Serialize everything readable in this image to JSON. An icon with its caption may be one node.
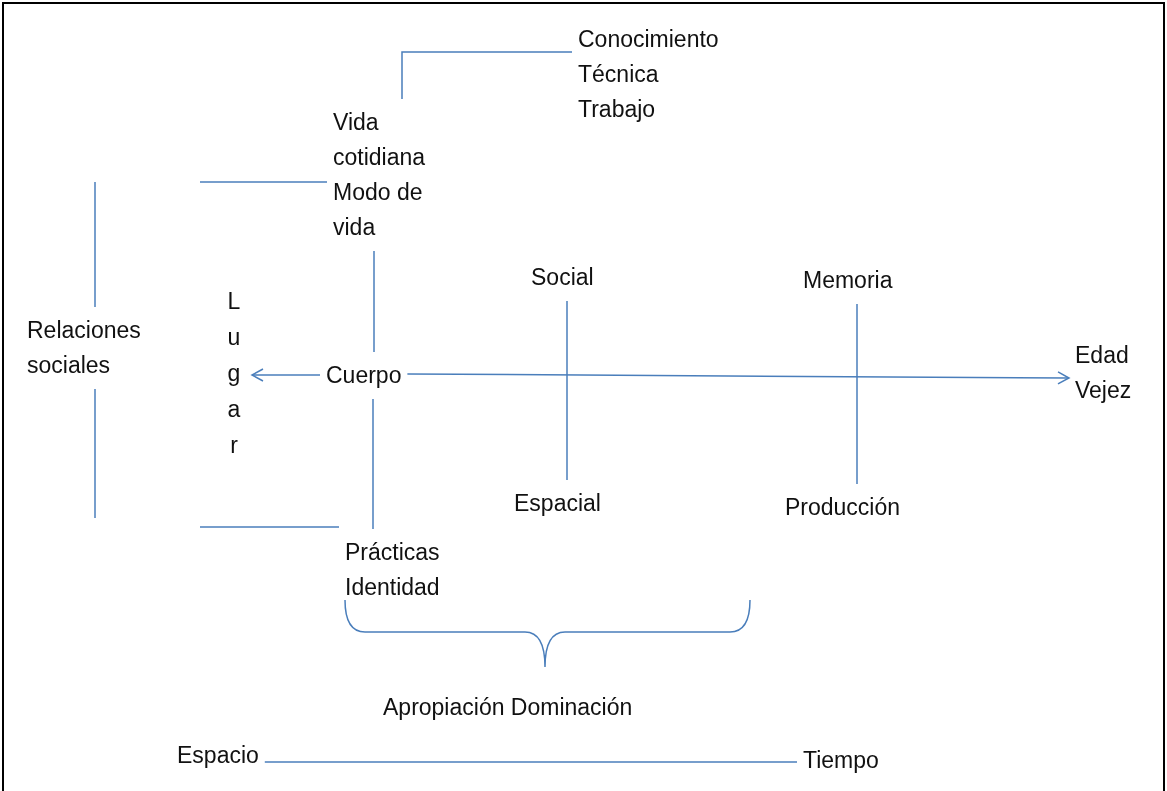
{
  "diagram": {
    "nodes": [
      {
        "text": [
          "Conocimiento",
          "Técnica",
          "Trabajo"
        ]
      },
      {
        "text": [
          "Vida cotidiana",
          "Modo de vida"
        ]
      },
      {
        "text": [
          "Relaciones sociales"
        ]
      },
      {
        "text": [
          "Lugar"
        ]
      },
      {
        "text": [
          "Cuerpo"
        ]
      },
      {
        "text": [
          "Social"
        ]
      },
      {
        "text": [
          "Memoria"
        ]
      },
      {
        "text": [
          "Edad",
          "Vejez"
        ]
      },
      {
        "text": [
          "Espacial"
        ]
      },
      {
        "text": [
          "Producción"
        ]
      },
      {
        "text": [
          "Prácticas",
          "Identidad"
        ]
      },
      {
        "text": [
          "Apropiación Dominación"
        ]
      },
      {
        "text": [
          "Espacio"
        ]
      },
      {
        "text": [
          "Tiempo"
        ]
      }
    ],
    "edges": [
      {
        "from": 1,
        "to": 0,
        "arrow": "none"
      },
      {
        "from": 4,
        "to": 3,
        "arrow": "to"
      },
      {
        "from": 4,
        "to": 7,
        "arrow": "to"
      },
      {
        "from": 1,
        "to": 4,
        "arrow": "none"
      },
      {
        "from": 4,
        "to": 10,
        "arrow": "none"
      },
      {
        "from": 5,
        "to": 8,
        "arrow": "none"
      },
      {
        "from": 6,
        "to": 9,
        "arrow": "none"
      },
      {
        "from": null,
        "to": 1,
        "arrow": "none"
      },
      {
        "from": null,
        "to": 10,
        "arrow": "none"
      },
      {
        "from": 2,
        "to": null,
        "arrow": "none"
      },
      {
        "from": 2,
        "to": null,
        "arrow": "none"
      },
      {
        "from": 12,
        "to": 13,
        "arrow": "none"
      }
    ]
  }
}
